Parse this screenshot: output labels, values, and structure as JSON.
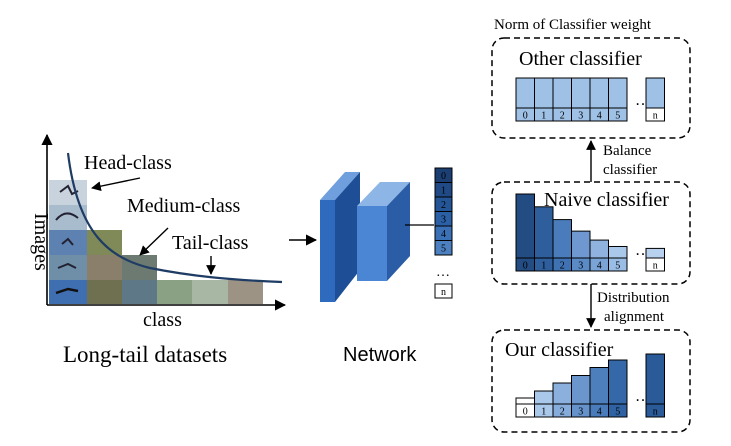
{
  "left_panel": {
    "y_axis_label": "Images",
    "x_axis_label": "class",
    "head_label": "Head-class",
    "medium_label": "Medium-class",
    "tail_label": "Tail-class",
    "title": "Long-tail datasets"
  },
  "network": {
    "label": "Network",
    "output_cells": [
      "0",
      "1",
      "2",
      "3",
      "4",
      "5"
    ],
    "ellipsis": "…",
    "last_cell": "n"
  },
  "right_panel": {
    "header": "Norm of Classifier weight",
    "other": {
      "title": "Other classifier",
      "bar_levels": [
        1,
        1,
        1,
        1,
        1,
        1
      ],
      "last_level": 1,
      "indices": [
        "0",
        "1",
        "2",
        "3",
        "4",
        "5"
      ],
      "last_index": "n",
      "ellipsis": "…"
    },
    "naive": {
      "title": "Naive classifier",
      "bar_levels": [
        1,
        0.8,
        0.6,
        0.42,
        0.28,
        0.18
      ],
      "last_level": 0.15,
      "indices": [
        "0",
        "1",
        "2",
        "3",
        "4",
        "5"
      ],
      "last_index": "n",
      "ellipsis": "…"
    },
    "ours": {
      "title": "Our classifier",
      "bar_levels": [
        0.12,
        0.26,
        0.42,
        0.57,
        0.73,
        0.88
      ],
      "last_level": 1,
      "indices": [
        "0",
        "1",
        "2",
        "3",
        "4",
        "5"
      ],
      "last_index": "n",
      "ellipsis": "…"
    },
    "balance_label": [
      "Balance",
      "classifier"
    ],
    "distribution_label": [
      "Distribution",
      "alignment"
    ]
  },
  "colors": {
    "network_front": "#2e6bbf",
    "network_back": "#4a86d3",
    "curve": "#1f3c64",
    "other_bar": "#9fc1e6",
    "naive_dark": "#244f86",
    "naive_light": "#a9c8ea"
  }
}
